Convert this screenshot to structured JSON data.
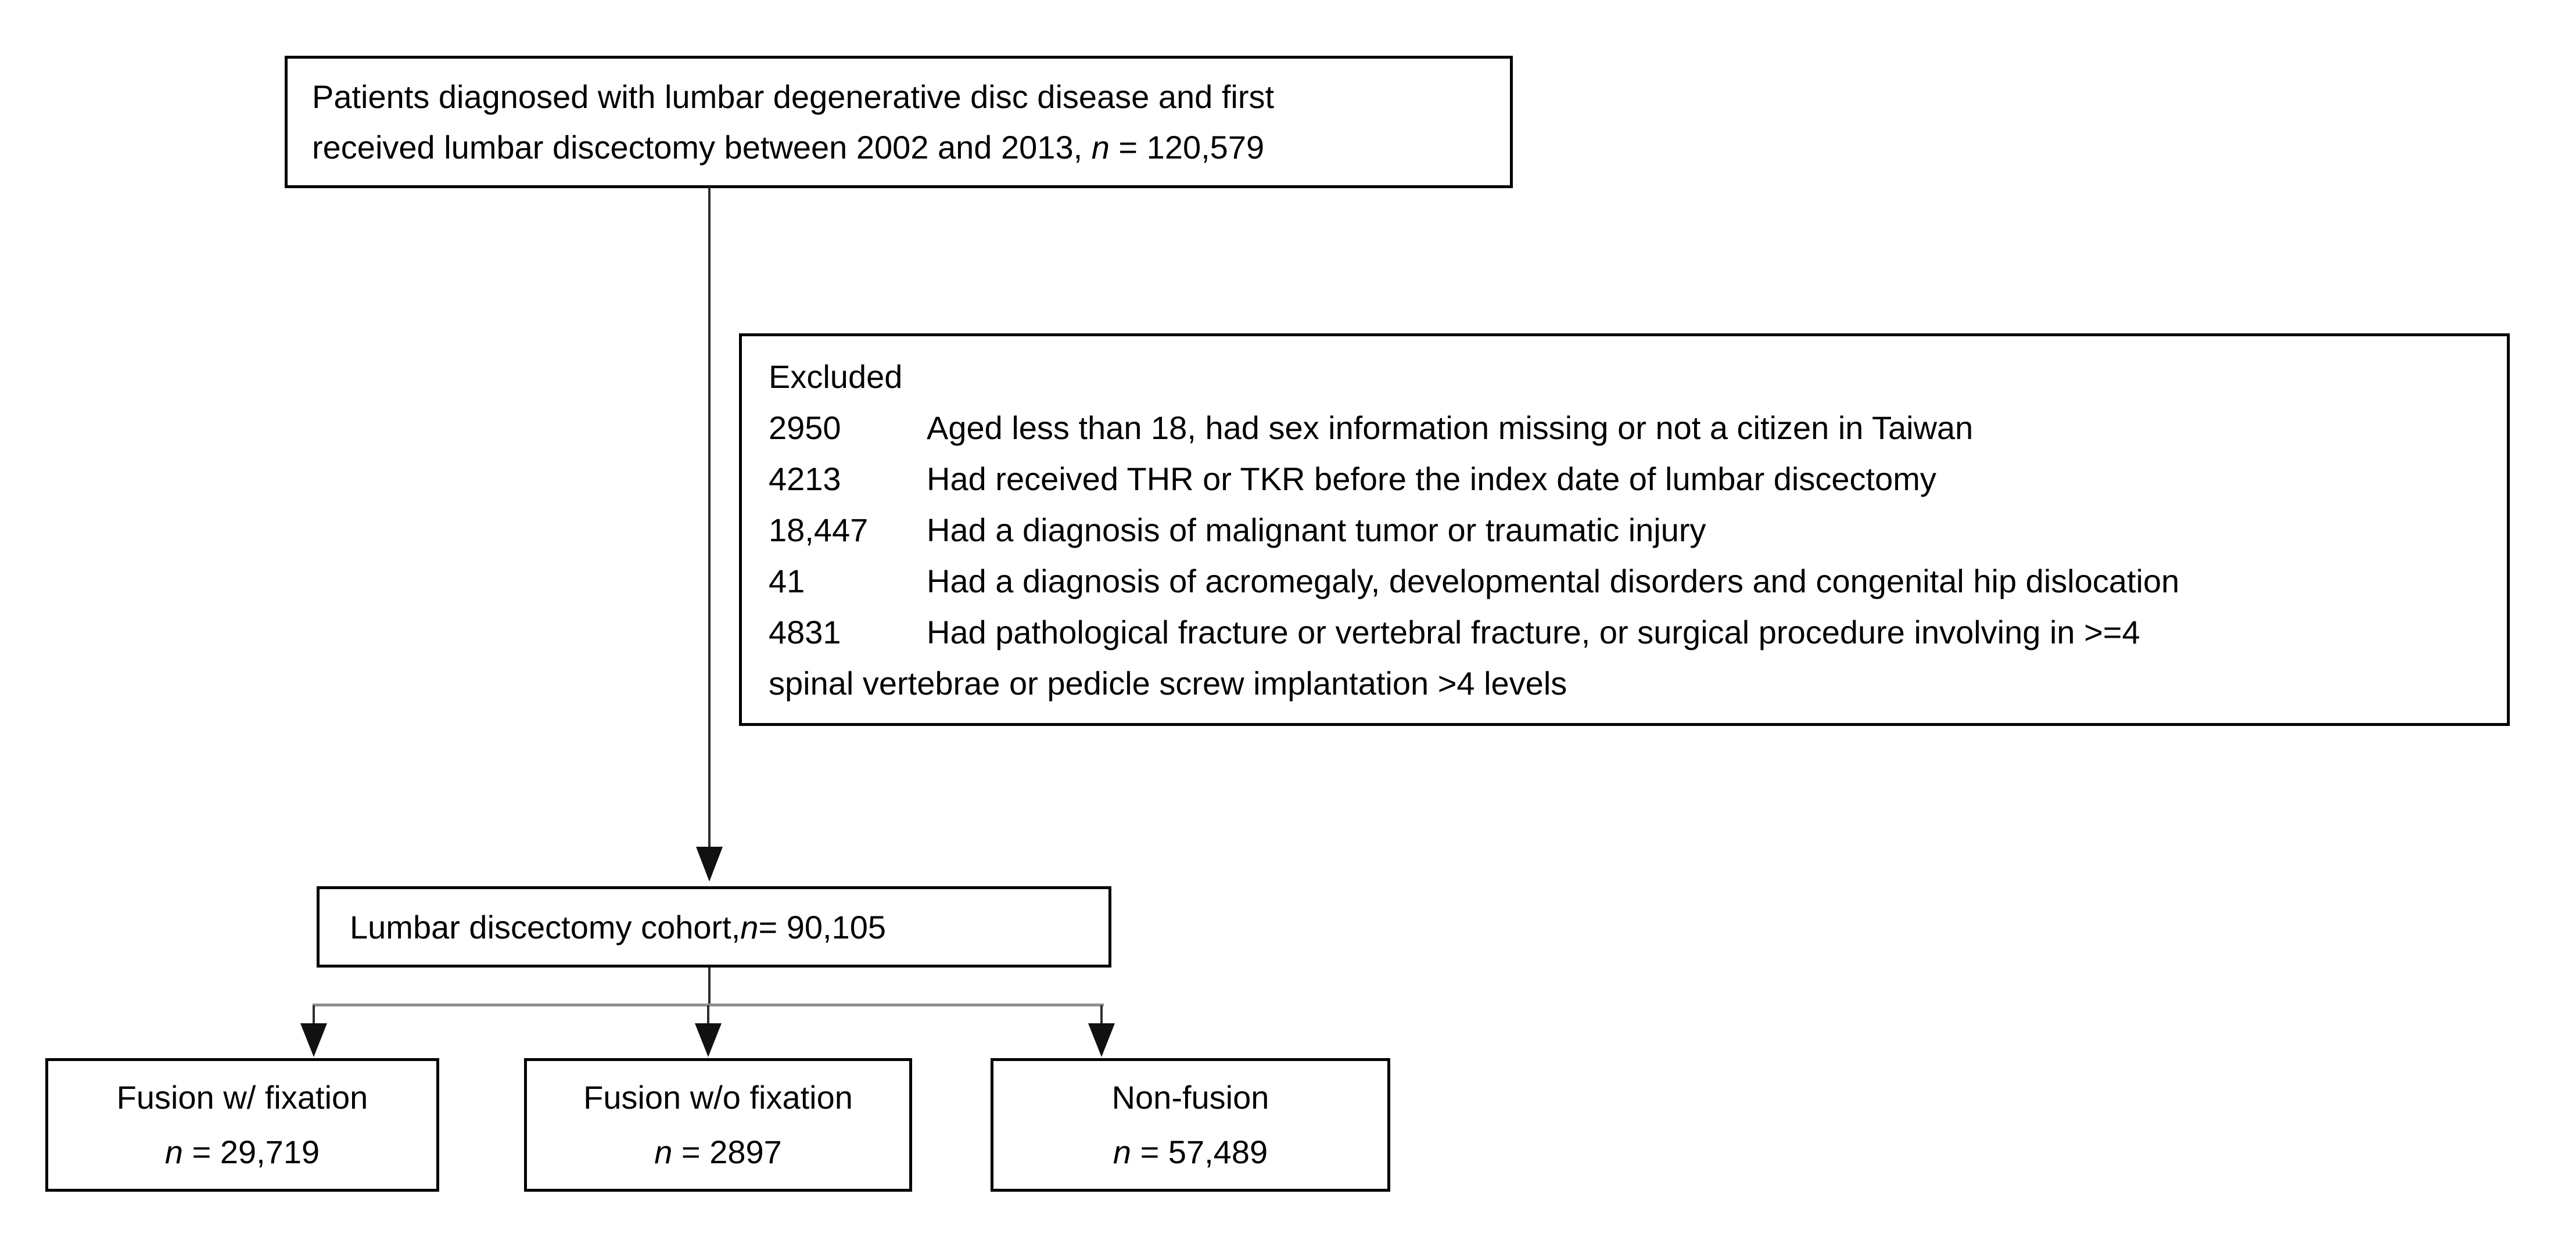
{
  "figure": {
    "type": "patient-flow-diagram",
    "colors": {
      "background": "#ffffff",
      "box_border": "#000000",
      "text": "#000000",
      "connector_line": "#2e2e2e",
      "branch_line": "#8f8f8f",
      "arrowhead": "#111111"
    },
    "source_box": {
      "line1": "Patients diagnosed with lumbar degenerative disc disease and first",
      "line2_prefix": "received lumbar discectomy between 2002 and 2013, ",
      "n_symbol": "n",
      "line2_suffix": " = 120,579"
    },
    "excluded_box": {
      "title": "Excluded",
      "rows": [
        {
          "num": "2950",
          "text": "Aged less than 18, had sex information missing or not a citizen in Taiwan"
        },
        {
          "num": "4213",
          "text": "Had received THR or TKR before the index date of lumbar discectomy"
        },
        {
          "num": "18,447",
          "text": "Had a diagnosis of malignant tumor or traumatic injury"
        },
        {
          "num": "41",
          "text": "Had a diagnosis of acromegaly, developmental disorders and congenital hip dislocation"
        },
        {
          "num": "4831",
          "text": "Had pathological fracture or vertebral fracture, or surgical procedure involving in >=4"
        }
      ],
      "continuation": "spinal vertebrae or pedicle screw implantation >4 levels"
    },
    "cohort_box": {
      "prefix": "Lumbar discectomy cohort, ",
      "n_symbol": "n",
      "suffix": " = 90,105"
    },
    "leaf_boxes": [
      {
        "label": "Fusion w/ fixation",
        "n_symbol": "n",
        "value": " = 29,719"
      },
      {
        "label": "Fusion w/o fixation",
        "n_symbol": "n",
        "value": " = 2897"
      },
      {
        "label": "Non-fusion",
        "n_symbol": "n",
        "value": " = 57,489"
      }
    ]
  }
}
